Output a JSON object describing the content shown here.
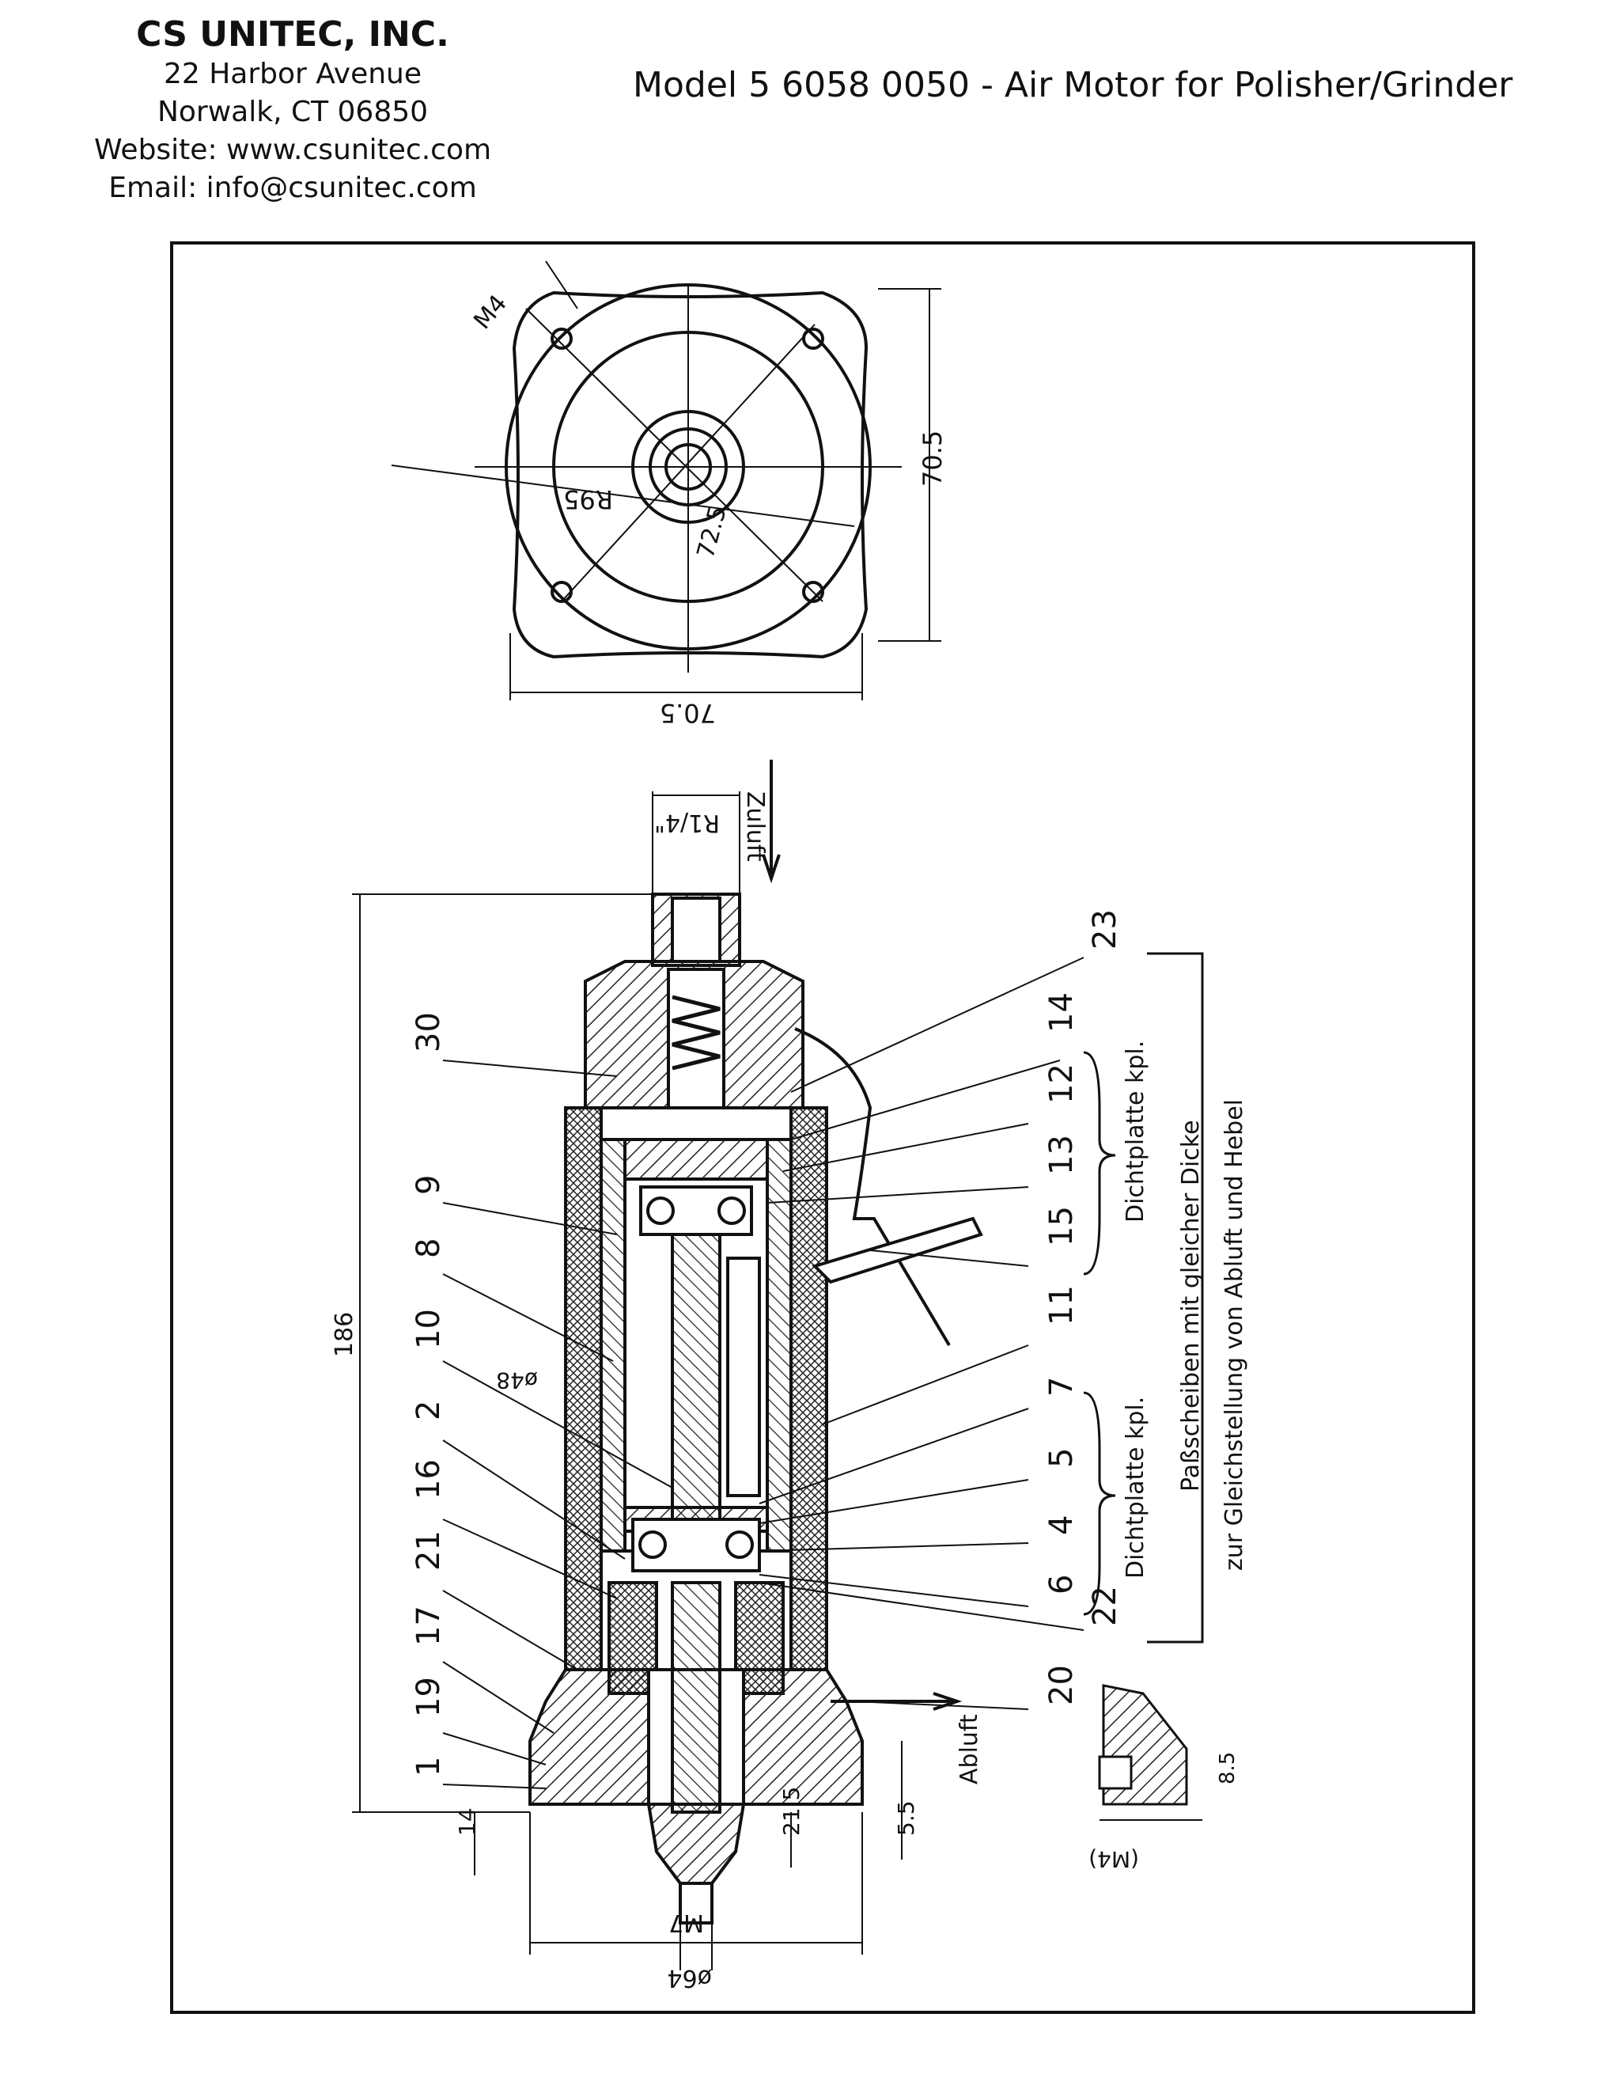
{
  "header": {
    "company": "CS UNITEC, INC.",
    "address1": "22 Harbor Avenue",
    "address2": "Norwalk, CT 06850",
    "website": "Website: www.csunitec.com",
    "email": "Email: info@csunitec.com",
    "model_title": "Model 5 6058 0050 - Air Motor for Polisher/Grinder"
  },
  "top_view": {
    "thread_label": "M4",
    "radius_label": "R95",
    "bolt_circle_label": "72.5",
    "height_dim": "70.5",
    "width_dim": "70.5"
  },
  "section_view": {
    "inlet_thread": "R1/4\"",
    "inlet_label": "Zuluft",
    "exhaust_label": "Abluft",
    "overall_length": "186",
    "bore_dia": "ø48",
    "body_dia": "ø64",
    "shaft_thread": "M7",
    "dim_14": "14",
    "dim_21_5": "21.5",
    "dim_5_5": "5.5",
    "detail_dim": "8.5",
    "detail_thread": "(M4)",
    "note_seal_1": "Dichtplatte kpl.",
    "note_seal_2": "Dichtplatte kpl.",
    "note_shims_1": "Paßscheiben mit gleicher Dicke",
    "note_shims_2": "zur Gleichstellung von Abluft und Hebel"
  },
  "part_numbers": {
    "left": [
      "30",
      "9",
      "8",
      "10",
      "2",
      "16",
      "21",
      "17",
      "19",
      "1"
    ],
    "right": [
      "23",
      "14",
      "12",
      "13",
      "15",
      "11",
      "7",
      "5",
      "4",
      "6",
      "22",
      "20"
    ]
  }
}
